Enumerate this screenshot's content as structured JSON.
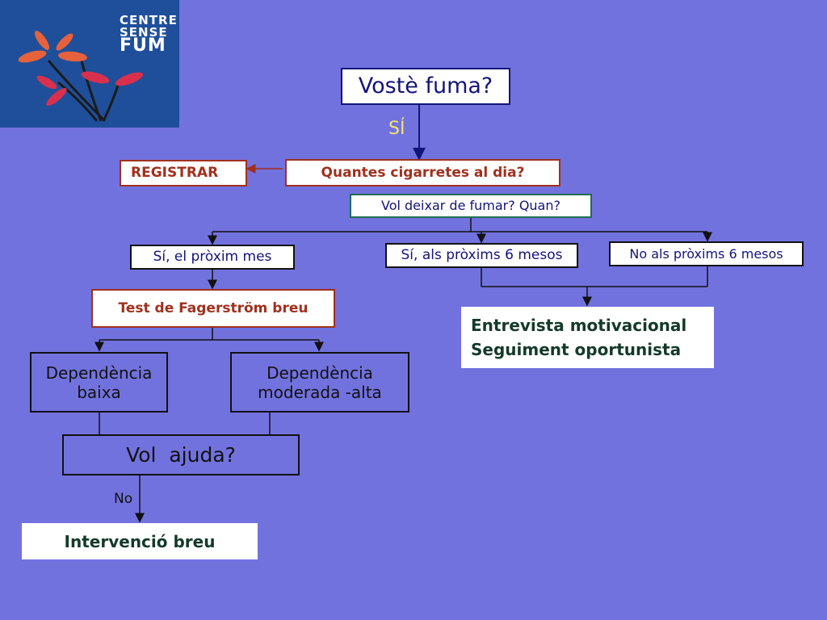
{
  "logo": {
    "line1": "CENTRE",
    "line2": "SENSE",
    "line3": "FUM"
  },
  "question_smoke": "Vostè fuma?",
  "label_yes": "SÍ",
  "box_register": "REGISTRAR",
  "box_cigarettes": "Quantes cigarretes al dia?",
  "box_quit": "Vol deixar de fumar? Quan?",
  "option_next_month": "Sí, el pròxim mes",
  "option_six_months": "Sí, als pròxims 6 mesos",
  "option_no_six_months": "No als pròxims 6 mesos",
  "box_fagerstrom": "Test de Fagerström breu",
  "box_motivational": {
    "line1": "Entrevista motivacional",
    "line2": "Seguiment oportunista"
  },
  "box_dep_low": {
    "line1": "Dependència",
    "line2": "baixa"
  },
  "box_dep_high": {
    "line1": "Dependència",
    "line2": "moderada -alta"
  },
  "box_help": "Vol  ajuda?",
  "label_no": "No",
  "box_brief": "Intervenció breu",
  "colors": {
    "background": "#7272de",
    "dark_red": "#a0301e",
    "navy": "#141478",
    "teal_border": "#1f6e52"
  }
}
